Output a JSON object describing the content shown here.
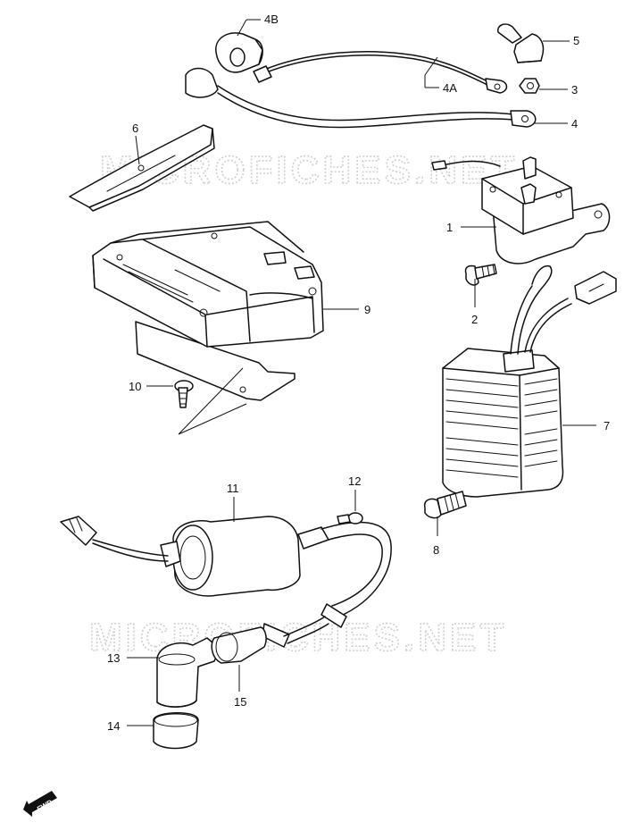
{
  "watermarks": [
    "MICROFICHES.NET",
    "MICROFICHES.NET"
  ],
  "fwd_label": "FWD",
  "callouts": {
    "c1": "1",
    "c2": "2",
    "c3": "3",
    "c4": "4",
    "c4a": "4A",
    "c4b": "4B",
    "c5": "5",
    "c6": "6",
    "c7": "7",
    "c8": "8",
    "c9": "9",
    "c10": "10",
    "c11": "11",
    "c12": "12",
    "c13": "13",
    "c14": "14",
    "c15": "15"
  }
}
